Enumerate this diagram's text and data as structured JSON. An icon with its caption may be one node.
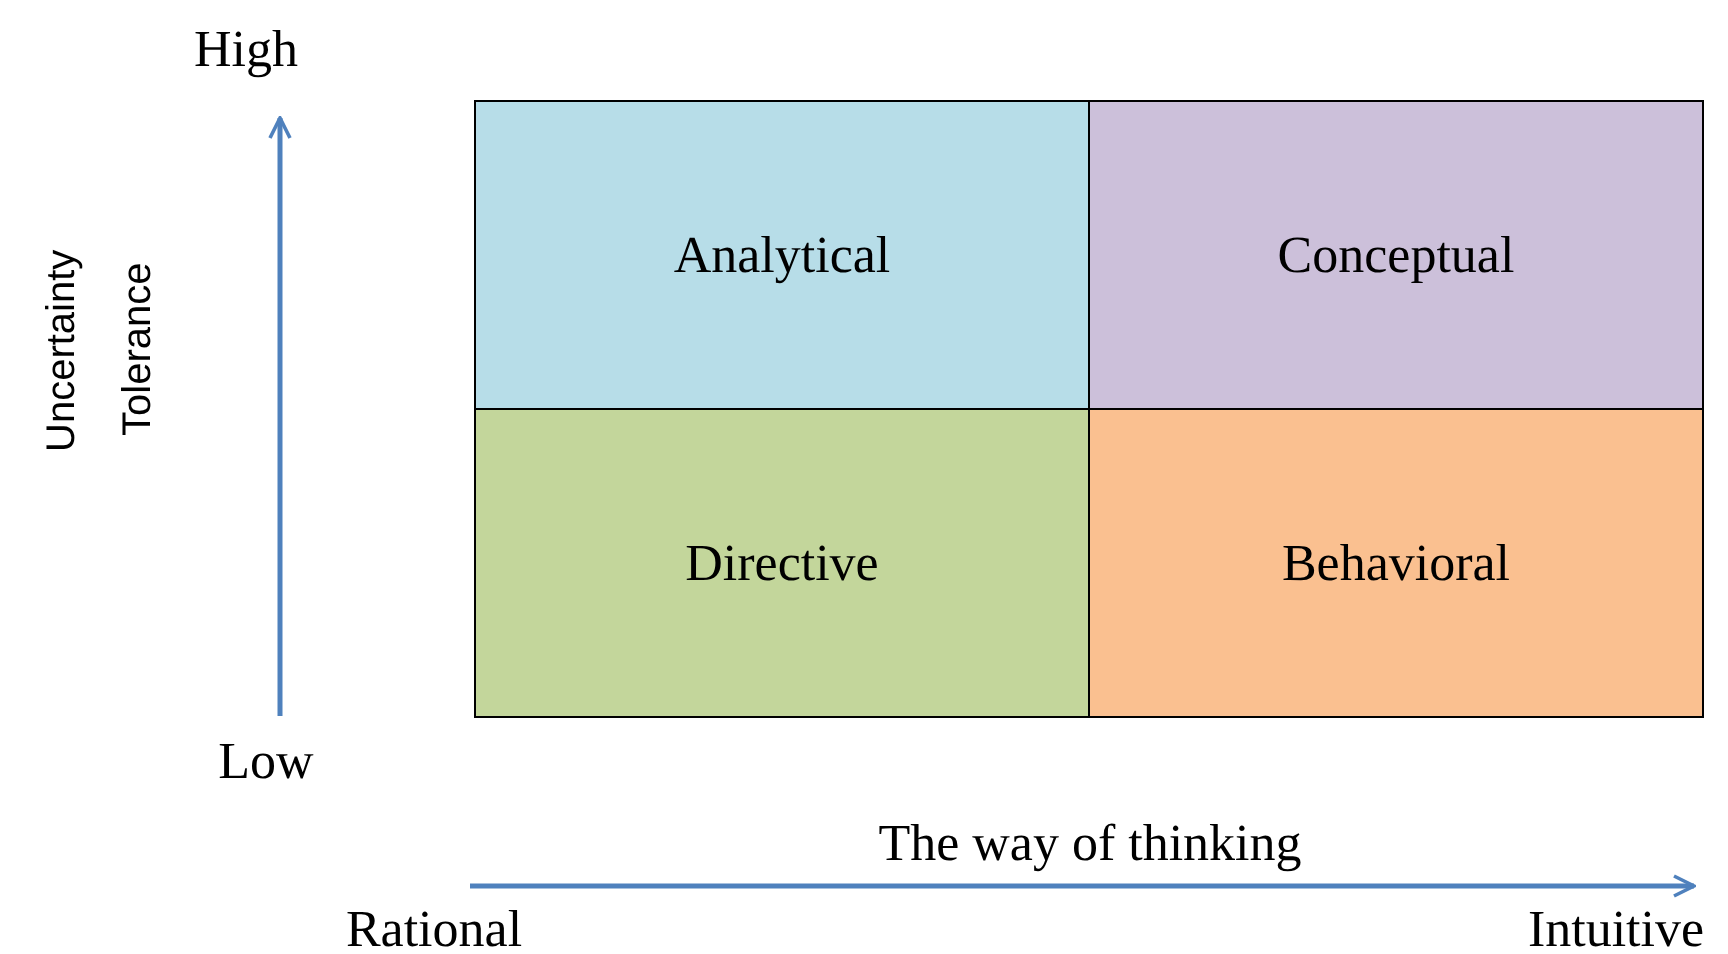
{
  "diagram": {
    "nodes": [
      {
        "text": [
          "Analytical"
        ]
      },
      {
        "text": [
          "Conceptual"
        ]
      },
      {
        "text": [
          "Directive"
        ]
      },
      {
        "text": [
          "Behavioral"
        ]
      }
    ],
    "labels": [
      "High",
      "Uncertainty Tolerance",
      "Low",
      "The way of thinking",
      "Rational",
      "Intuitive"
    ]
  }
}
